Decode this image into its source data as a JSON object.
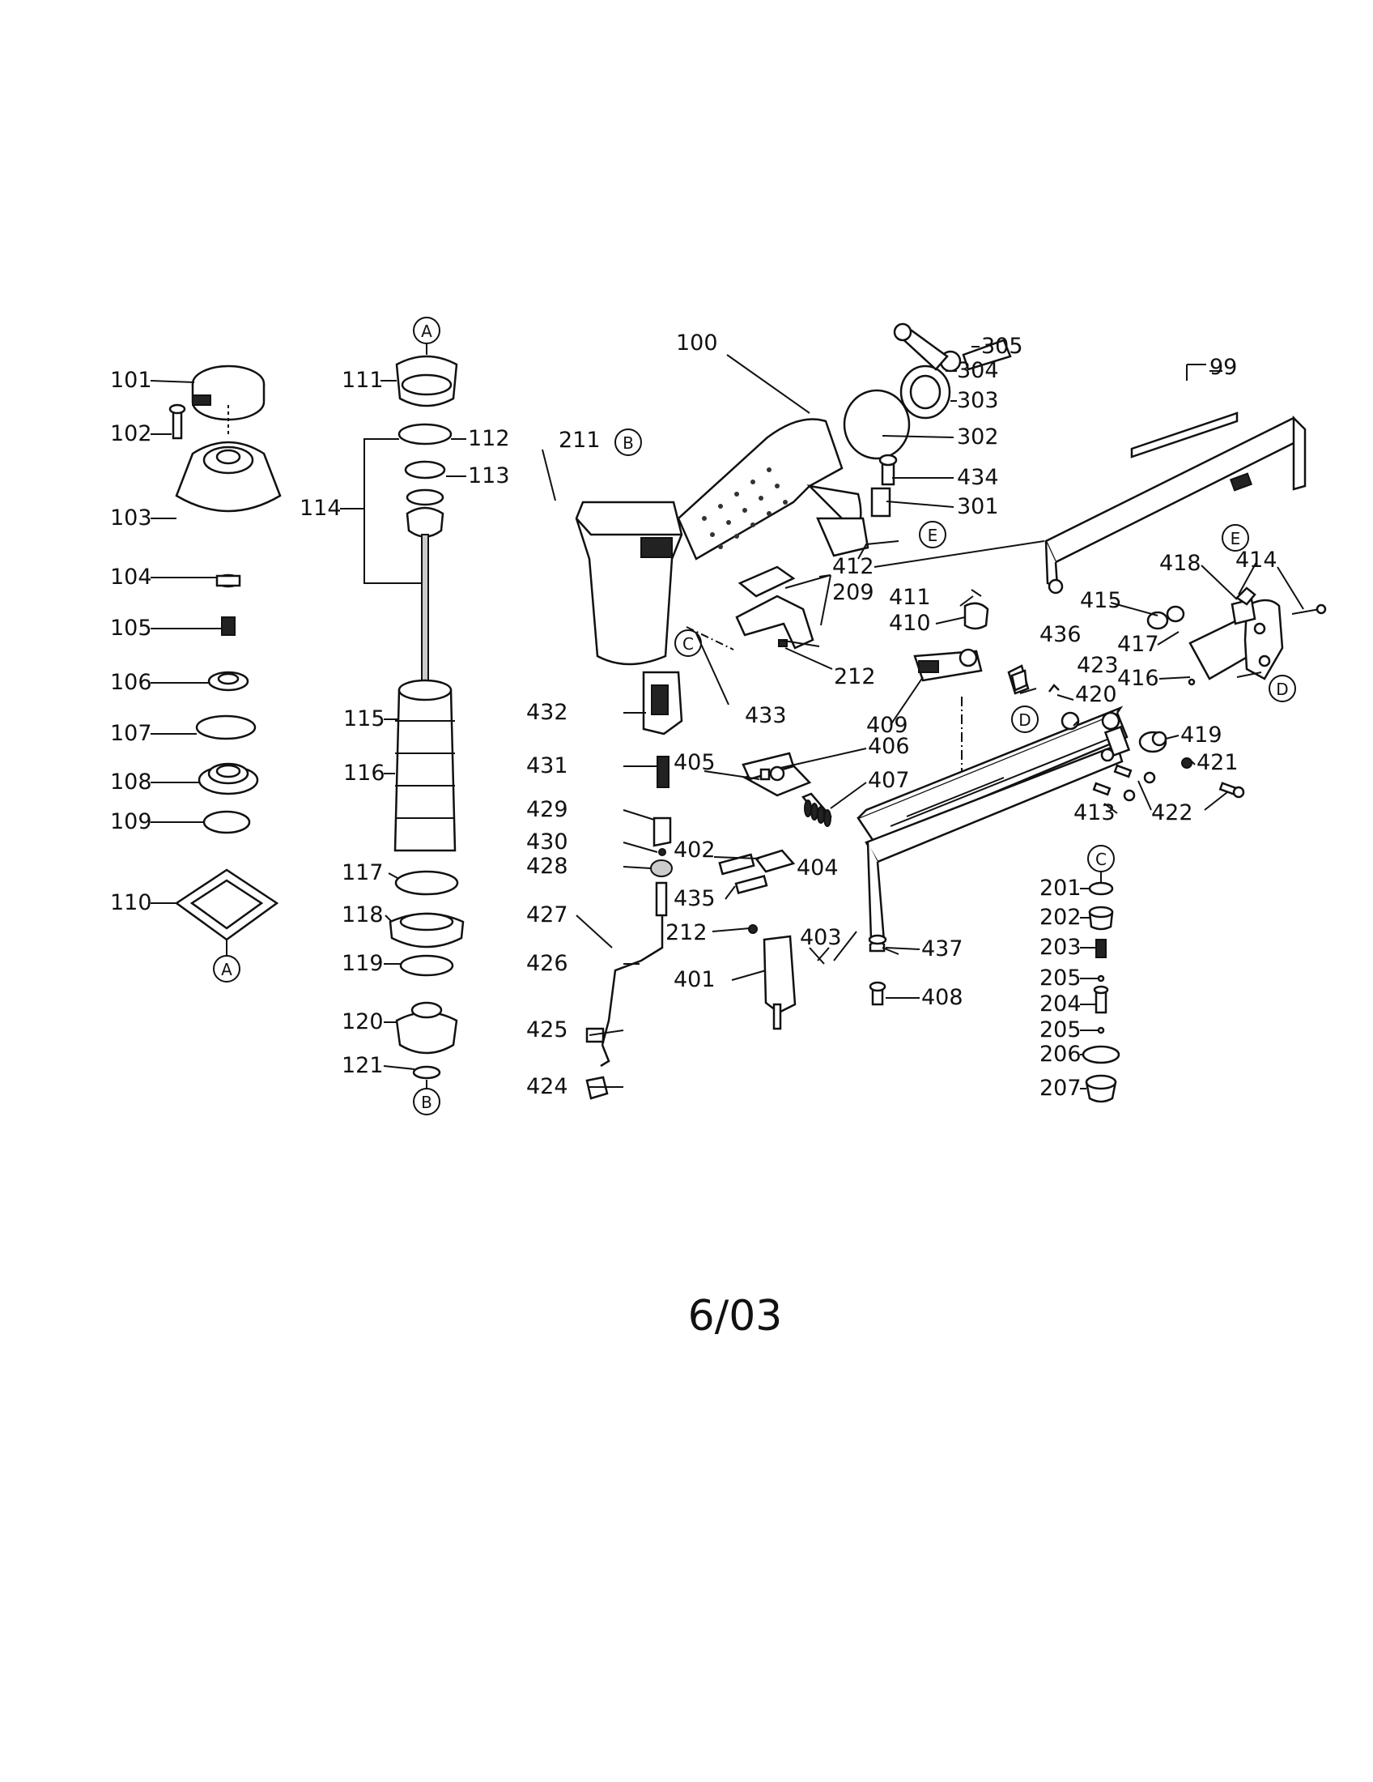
{
  "labels": {
    "l99": "99",
    "l100": "100",
    "l101": "101",
    "l102": "102",
    "l103": "103",
    "l104": "104",
    "l105": "105",
    "l106": "106",
    "l107": "107",
    "l108": "108",
    "l109": "109",
    "l110": "110",
    "l111": "111",
    "l112": "112",
    "l113": "113",
    "l114": "114",
    "l115": "115",
    "l116": "116",
    "l117": "117",
    "l118": "118",
    "l119": "119",
    "l120": "120",
    "l121": "121",
    "l201": "201",
    "l202": "202",
    "l203": "203",
    "l204": "204",
    "l205a": "205",
    "l205b": "205",
    "l206": "206",
    "l207": "207",
    "l209": "209",
    "l211": "211",
    "l212a": "212",
    "l212b": "212",
    "l301": "301",
    "l302": "302",
    "l303": "303",
    "l304": "304",
    "l305": "305",
    "l401": "401",
    "l402": "402",
    "l403": "403",
    "l404": "404",
    "l405": "405",
    "l406": "406",
    "l407": "407",
    "l408": "408",
    "l409": "409",
    "l410": "410",
    "l411": "411",
    "l412": "412",
    "l413": "413",
    "l414": "414",
    "l415": "415",
    "l416": "416",
    "l417": "417",
    "l418": "418",
    "l419": "419",
    "l420": "420",
    "l421": "421",
    "l422": "422",
    "l423": "423",
    "l424": "424",
    "l425": "425",
    "l426": "426",
    "l427": "427",
    "l428": "428",
    "l429": "429",
    "l430": "430",
    "l431": "431",
    "l432": "432",
    "l433": "433",
    "l434": "434",
    "l435": "435",
    "l436": "436",
    "l437": "437"
  },
  "refs": {
    "a_top": "A",
    "a_bottom": "A",
    "b_top": "B",
    "b_bottom": "B",
    "c_top": "C",
    "c_mid": "C",
    "d_right": "D",
    "d_mid": "D",
    "e_top": "E",
    "e_mid": "E"
  },
  "footer": {
    "date": "6/03"
  }
}
